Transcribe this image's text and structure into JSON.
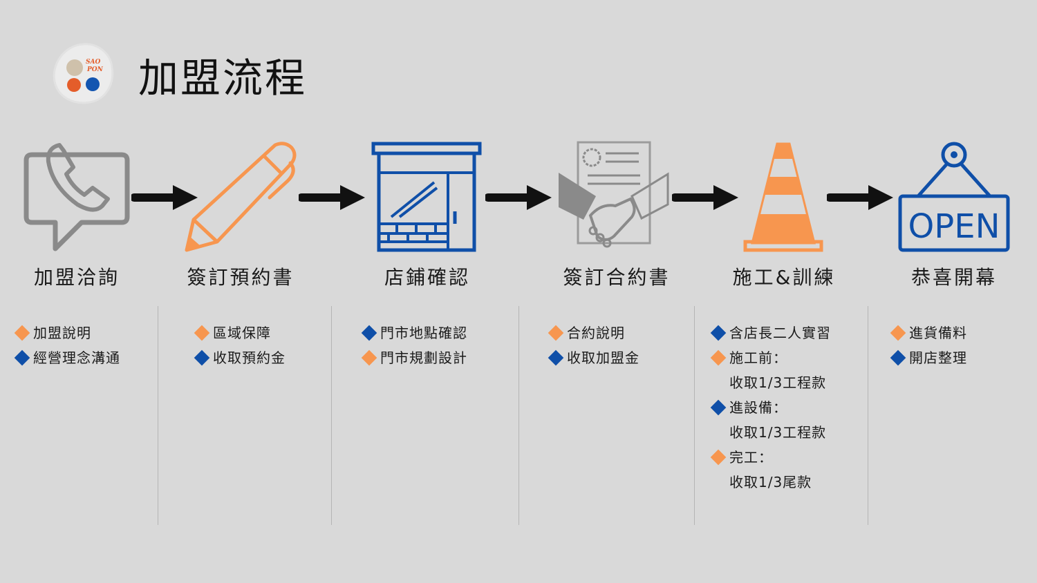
{
  "header": {
    "title": "加盟流程",
    "logo_text_line1": "SAO",
    "logo_text_line2": "PON"
  },
  "colors": {
    "orange": "#f7964f",
    "blue": "#0f4fa8",
    "gray": "#8a8a8a",
    "logo_orange": "#e45d2a",
    "logo_blue": "#1355b0",
    "logo_tan": "#cfc1ab"
  },
  "steps": [
    {
      "label": "加盟洽詢",
      "icon": "phone-chat-icon",
      "items": [
        {
          "text": "加盟說明",
          "bullet": "orange"
        },
        {
          "text": "經營理念溝通",
          "bullet": "blue"
        }
      ]
    },
    {
      "label": "簽訂預約書",
      "icon": "pen-icon",
      "items": [
        {
          "text": "區域保障",
          "bullet": "orange"
        },
        {
          "text": "收取預約金",
          "bullet": "blue"
        }
      ]
    },
    {
      "label": "店鋪確認",
      "icon": "storefront-icon",
      "items": [
        {
          "text": "門市地點確認",
          "bullet": "blue"
        },
        {
          "text": "門市規劃設計",
          "bullet": "orange"
        }
      ]
    },
    {
      "label": "簽訂合約書",
      "icon": "handshake-contract-icon",
      "items": [
        {
          "text": "合約說明",
          "bullet": "orange"
        },
        {
          "text": "收取加盟金",
          "bullet": "blue"
        }
      ]
    },
    {
      "label": "施工&訓練",
      "icon": "traffic-cone-icon",
      "items": [
        {
          "text": "含店長二人實習",
          "bullet": "blue"
        },
        {
          "text": "施工前：",
          "bullet": "orange"
        },
        {
          "text": "收取1/3工程款",
          "bullet": ""
        },
        {
          "text": "進設備：",
          "bullet": "blue"
        },
        {
          "text": "收取1/3工程款",
          "bullet": ""
        },
        {
          "text": "完工：",
          "bullet": "orange"
        },
        {
          "text": "收取1/3尾款",
          "bullet": ""
        }
      ]
    },
    {
      "label": "恭喜開幕",
      "icon": "open-sign-icon",
      "sign_text": "OPEN",
      "items": [
        {
          "text": "進貨備料",
          "bullet": "orange"
        },
        {
          "text": "開店整理",
          "bullet": "blue"
        }
      ]
    }
  ]
}
